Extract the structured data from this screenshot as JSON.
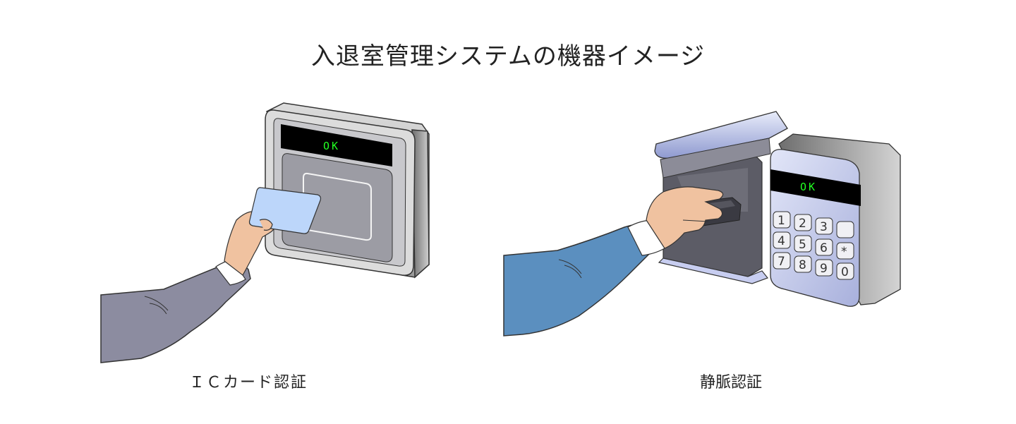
{
  "title": "入退室管理システムの機器イメージ",
  "devices": [
    {
      "caption": "ＩＣカード認証",
      "display_text": "OK",
      "display_color": "#22ff22"
    },
    {
      "caption": "静脈認証",
      "display_text": "OK",
      "display_color": "#22ff22",
      "keypad": [
        "1",
        "2",
        "3",
        "",
        "4",
        "5",
        "6",
        "*",
        "7",
        "8",
        "9",
        "0"
      ]
    }
  ],
  "colors": {
    "sleeve_left": "#8c8ca0",
    "sleeve_right": "#5b8fbf",
    "skin": "#f0c2a0",
    "card": "#bcd6fa"
  }
}
